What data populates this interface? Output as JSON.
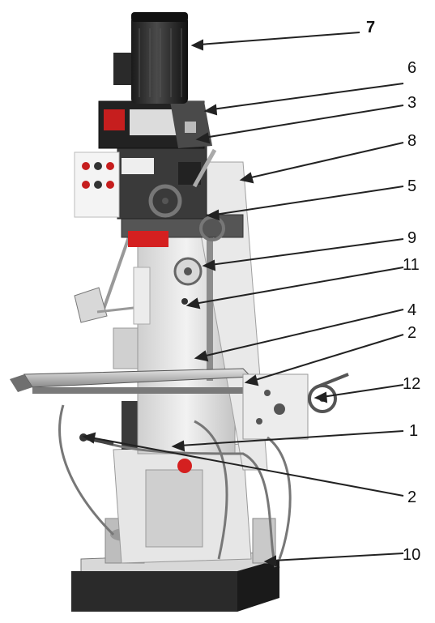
{
  "diagram": {
    "subject": "vertical milling machine",
    "callouts": [
      {
        "id": "c7",
        "label": "7"
      },
      {
        "id": "c6",
        "label": "6"
      },
      {
        "id": "c3",
        "label": "3"
      },
      {
        "id": "c8",
        "label": "8"
      },
      {
        "id": "c5",
        "label": "5"
      },
      {
        "id": "c9",
        "label": "9"
      },
      {
        "id": "c11",
        "label": "11"
      },
      {
        "id": "c4",
        "label": "4"
      },
      {
        "id": "c2a",
        "label": "2"
      },
      {
        "id": "c12",
        "label": "12"
      },
      {
        "id": "c1",
        "label": "1"
      },
      {
        "id": "c2b",
        "label": "2"
      },
      {
        "id": "c10",
        "label": "10"
      }
    ]
  }
}
